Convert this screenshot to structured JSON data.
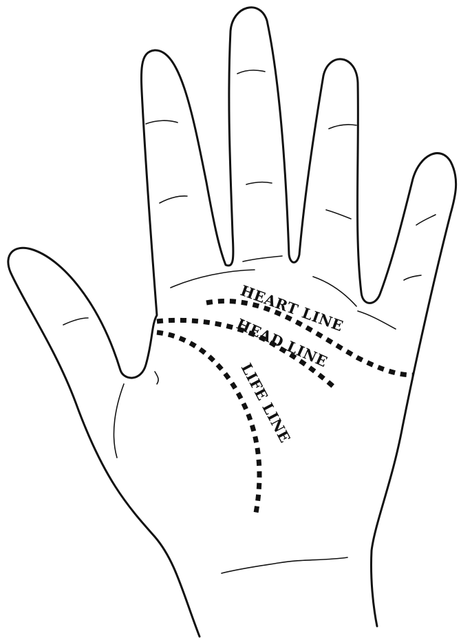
{
  "diagram": {
    "labels": {
      "heart_line": "HEART LINE",
      "head_line": "HEAD LINE",
      "life_line": "LIFE LINE"
    },
    "colors": {
      "ink": "#111111",
      "background": "#ffffff"
    }
  }
}
